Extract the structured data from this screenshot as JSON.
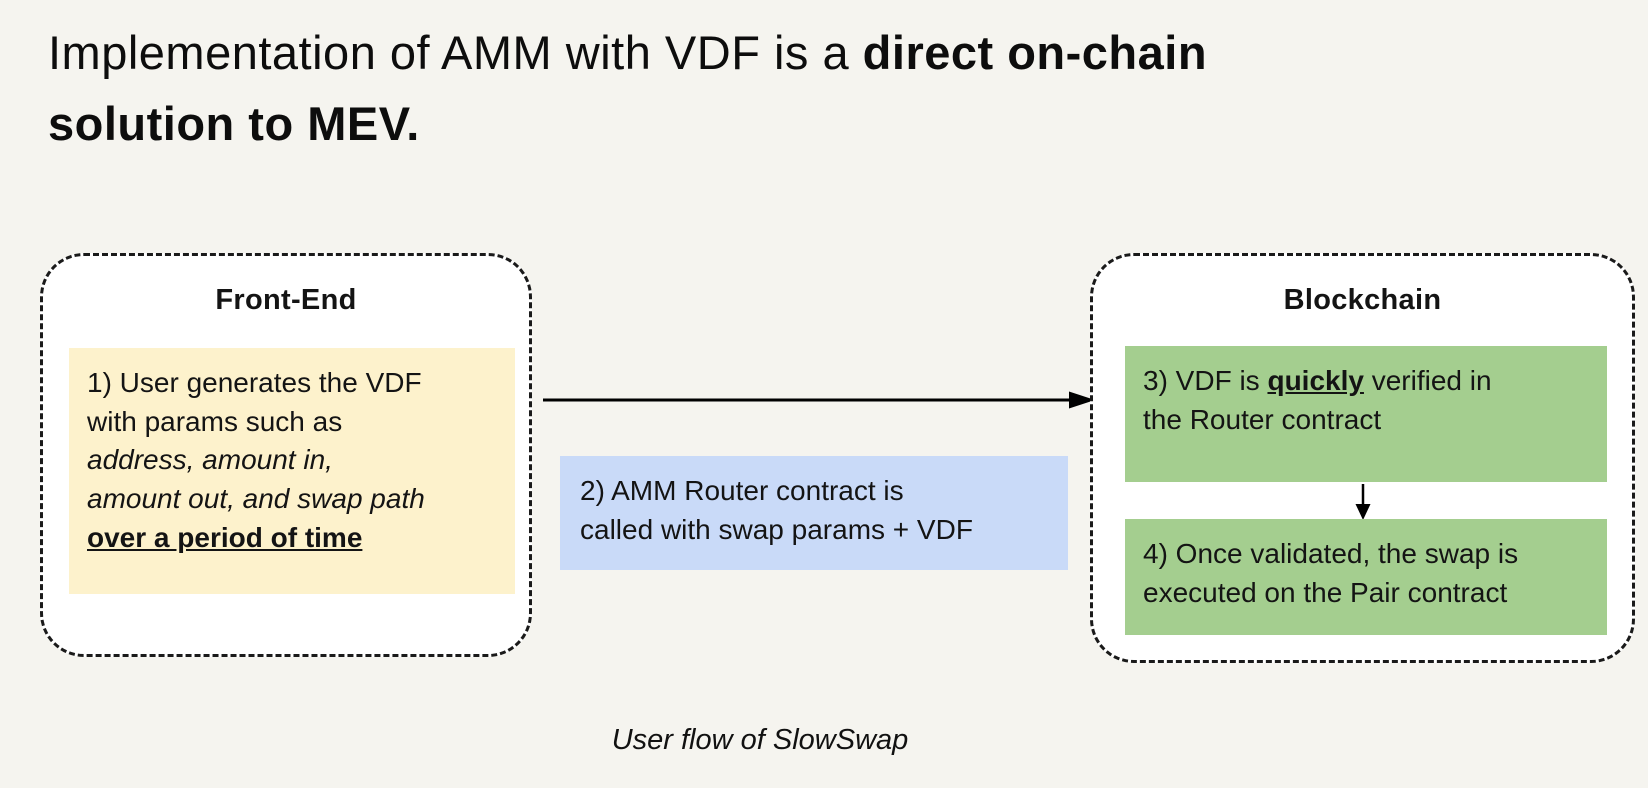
{
  "title": {
    "line1_regular": "Implementation of AMM with VDF is a ",
    "line1_bold": "direct on-chain",
    "line2_bold": "solution to MEV."
  },
  "frontend": {
    "label": "Front-End",
    "step1": {
      "lines": [
        "1) User generates the VDF",
        "with params such as",
        "address, amount in,",
        "amount out, and swap path",
        "over a period of time"
      ]
    }
  },
  "step2": {
    "line1": "2) AMM Router contract is",
    "line2": "called with swap params + VDF"
  },
  "blockchain": {
    "label": "Blockchain",
    "step3": {
      "line1_prefix": "3) VDF is ",
      "line1_emphasis": "quickly",
      "line1_suffix": " verified in",
      "line2": "the Router contract"
    },
    "step4": {
      "line1": "4) Once validated, the swap is",
      "line2": "executed on the Pair contract"
    }
  },
  "caption": "User flow of SlowSwap",
  "colors": {
    "background": "#f5f4ef",
    "panel_fill": "#ffffff",
    "panel_border": "#1a1a1a",
    "step1_fill": "#fdf2cc",
    "step2_fill": "#c9daf8",
    "step3_step4_fill": "#a4ce8f",
    "arrow": "#000000"
  }
}
